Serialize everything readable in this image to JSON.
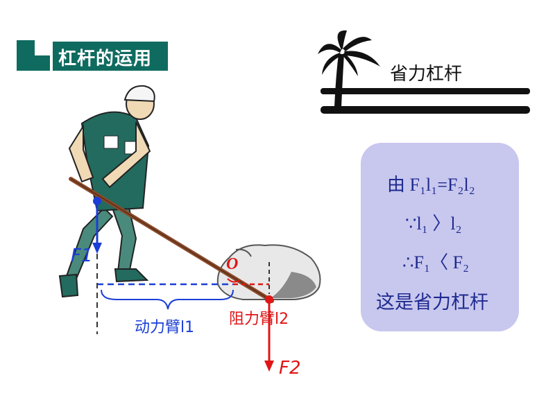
{
  "header": {
    "title": "杠杆的运用"
  },
  "emblem": {
    "label": "省力杠杆",
    "icon": "palm-tree-icon"
  },
  "info": {
    "line1": "由 F₁l₁=F₂l₂",
    "line2": "∵l₁ 〉l₂",
    "line3": "∴F₁〈 F₂",
    "line4": "这是省力杠杆"
  },
  "diagram": {
    "f1": "F1",
    "f2": "F2",
    "pivot": "O",
    "arm1": "动力臂l1",
    "arm2": "阻力臂l2"
  },
  "colors": {
    "header": "#0f6b5f",
    "box": "#c8c7ee",
    "text_blue": "#1e2a8f",
    "effort": "#1a3ed6",
    "load": "#e01515"
  }
}
